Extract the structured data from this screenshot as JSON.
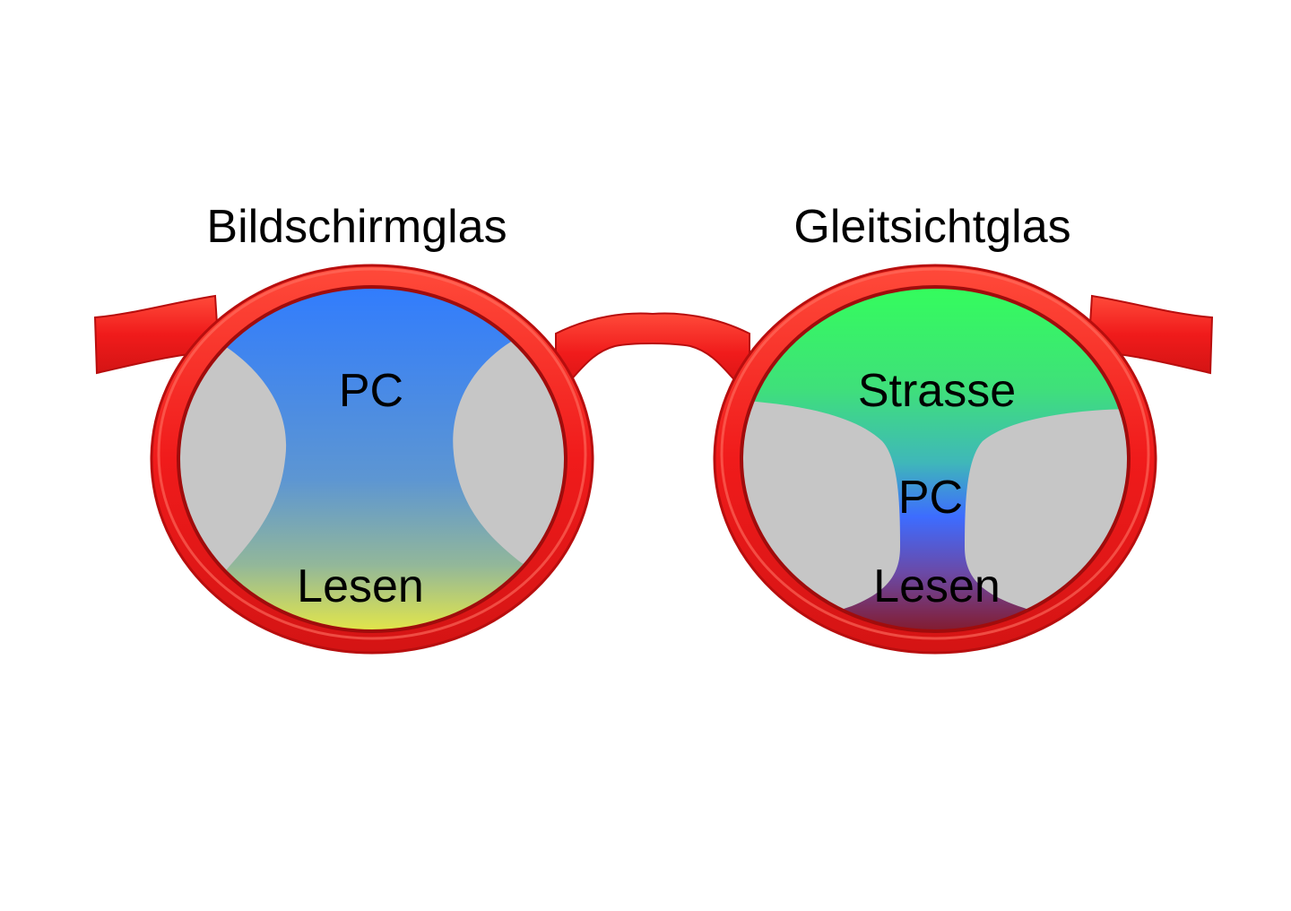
{
  "lenses": {
    "left": {
      "title": "Bildschirmglas",
      "zones": {
        "top": "PC",
        "bottom": "Lesen"
      }
    },
    "right": {
      "title": "Gleitsichtglas",
      "zones": {
        "top": "Strasse",
        "middle": "PC",
        "bottom": "Lesen"
      }
    }
  },
  "colors": {
    "frame": "#f01b1b",
    "frame_shadow": "#b80e0e",
    "frame_highlight": "#ff6a5a",
    "blur_zone": "#c6c6c6",
    "left_top": "#2f7bff",
    "left_mid": "#5c98d0",
    "left_bottom": "#f0ee3a",
    "right_top": "#33ff66",
    "right_mid": "#3f6cff",
    "right_bottom": "#8c1212",
    "text": "#000000"
  }
}
